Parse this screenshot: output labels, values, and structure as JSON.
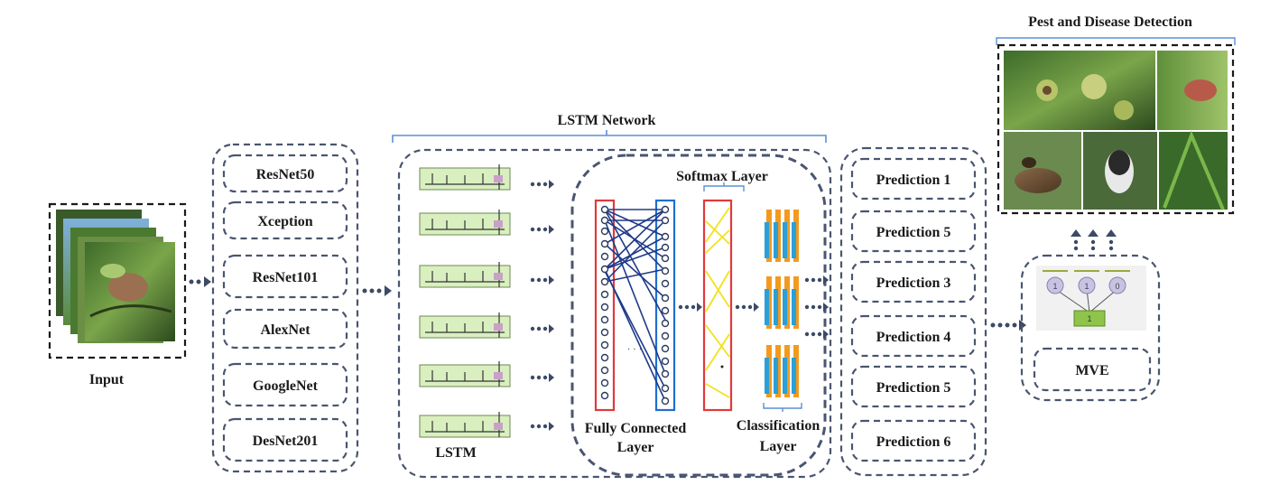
{
  "title": "Pest and Disease Detection",
  "input_label": "Input",
  "models": [
    "ResNet50",
    "Xception",
    "ResNet101",
    "AlexNet",
    "GoogleNet",
    "DesNet201"
  ],
  "lstm_network_label": "LSTM Network",
  "lstm_label": "LSTM",
  "fully_connected_label": [
    "Fully Connected",
    "Layer"
  ],
  "softmax_label": "Softmax  Layer",
  "classification_label": [
    "Classification",
    "Layer"
  ],
  "predictions": [
    "Prediction 1",
    "Prediction 5",
    "Prediction 3",
    "Prediction 4",
    "Prediction 5",
    "Prediction 6"
  ],
  "mve_label": "MVE",
  "mve_votes": [
    "1",
    "1",
    "0"
  ],
  "mve_result": "1",
  "colors": {
    "dashed_border": "#4a5570",
    "fc_layer_red": "#e03a3a",
    "fc_layer_blue": "#1f6fd0",
    "softmax_yellow": "#f2e21a",
    "classification_orange": "#f39a1e",
    "classification_blue": "#2a9fd8",
    "lstm_cell_green": "#d9efc0",
    "bracket_blue": "#5b8fd6"
  }
}
